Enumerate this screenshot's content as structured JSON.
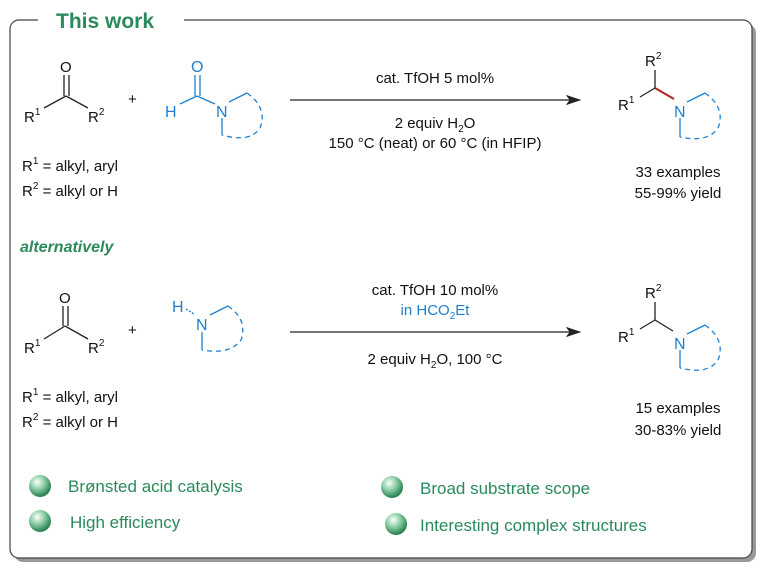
{
  "title": "This work",
  "colors": {
    "green": "#2a8a5c",
    "blue": "#1e7fcf",
    "red": "#b22222"
  },
  "atoms": {
    "O": "O",
    "H": "H",
    "N": "N",
    "R": "R",
    "one": "1",
    "two": "2"
  },
  "plus": "+",
  "reaction1": {
    "above": "cat. TfOH 5 mol%",
    "below1_pre": "2 equiv H",
    "below1_sub": "2",
    "below1_post": "O",
    "below2": "150 °C (neat) or 60 °C (in HFIP)",
    "r1_def": " = alkyl, aryl",
    "r2_def": " = alkyl or H",
    "examples": "33 examples",
    "yield": "55-99% yield"
  },
  "alternatively": "alternatively",
  "reaction2": {
    "above": "cat. TfOH 10 mol%",
    "solvent_pre": "in HCO",
    "solvent_sub": "2",
    "solvent_post": "Et",
    "below_pre": "2 equiv H",
    "below_sub": "2",
    "below_post": "O, 100 °C",
    "r1_def": " = alkyl, aryl",
    "r2_def": " = alkyl or H",
    "examples": "15 examples",
    "yield": "30-83% yield"
  },
  "features": [
    "Brønsted acid catalysis",
    "High efficiency",
    "Broad substrate scope",
    "Interesting complex structures"
  ]
}
